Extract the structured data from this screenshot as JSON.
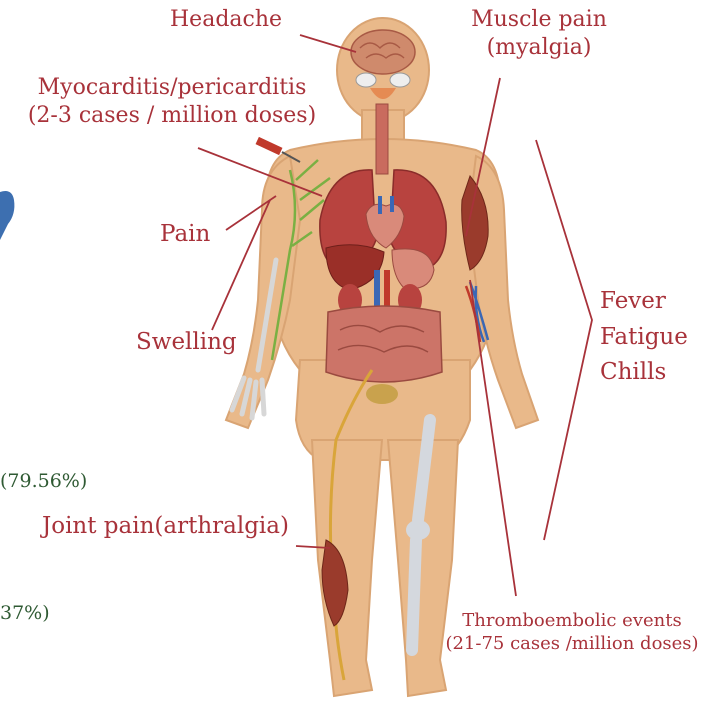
{
  "labels": {
    "headache": "Headache",
    "muscle_pain": "Muscle pain",
    "myalgia": "(myalgia)",
    "myocarditis": "Myocarditis/pericarditis",
    "myocarditis_rate": "(2-3 cases / million doses)",
    "pain": "Pain",
    "swelling": "Swelling",
    "fever": "Fever",
    "fatigue": "Fatigue",
    "chills": "Chills",
    "joint_pain": "Joint pain(arthralgia)",
    "thrombo": "Thromboembolic events",
    "thrombo_rate": "(21-75 cases /million doses)"
  },
  "side_text": {
    "pct_1": "(79.56%)",
    "pct_2": "37%)"
  },
  "colors": {
    "label": "#a8323a",
    "leader": "#a8323a",
    "percent": "#2f5a33",
    "skin": "#e9b98a",
    "skin_shade": "#d9a473"
  }
}
